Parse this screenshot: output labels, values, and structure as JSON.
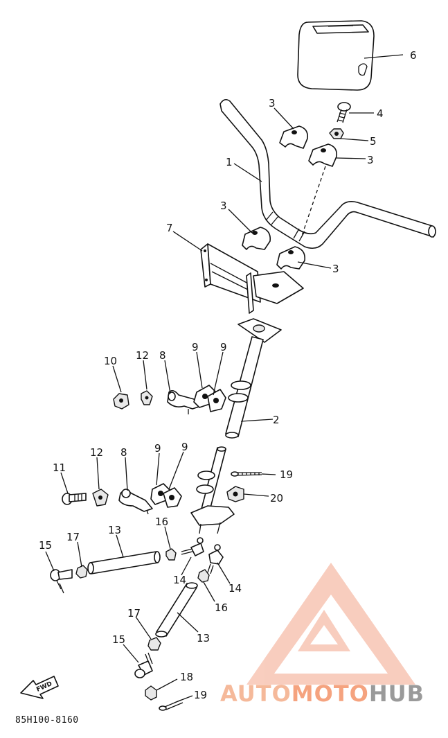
{
  "document": {
    "code": "85H100-8160"
  },
  "direction_marker": {
    "label": "FWD"
  },
  "watermark": {
    "part1": "AUTO",
    "part2": "MOTO",
    "part3": "HUB",
    "accent_color": "#f08a5d",
    "secondary_color": "#8f8f8f"
  },
  "callouts": {
    "c1": "1",
    "c2": "2",
    "c3a": "3",
    "c3b": "3",
    "c3c": "3",
    "c3d": "3",
    "c4": "4",
    "c5": "5",
    "c6": "6",
    "c7": "7",
    "c8a": "8",
    "c8b": "8",
    "c9a": "9",
    "c9b": "9",
    "c9c": "9",
    "c9d": "9",
    "c10": "10",
    "c11": "11",
    "c12a": "12",
    "c12b": "12",
    "c13a": "13",
    "c13b": "13",
    "c14a": "14",
    "c14b": "14",
    "c15a": "15",
    "c15b": "15",
    "c16a": "16",
    "c16b": "16",
    "c17a": "17",
    "c17b": "17",
    "c18": "18",
    "c19a": "19",
    "c19b": "19",
    "c20": "20"
  }
}
